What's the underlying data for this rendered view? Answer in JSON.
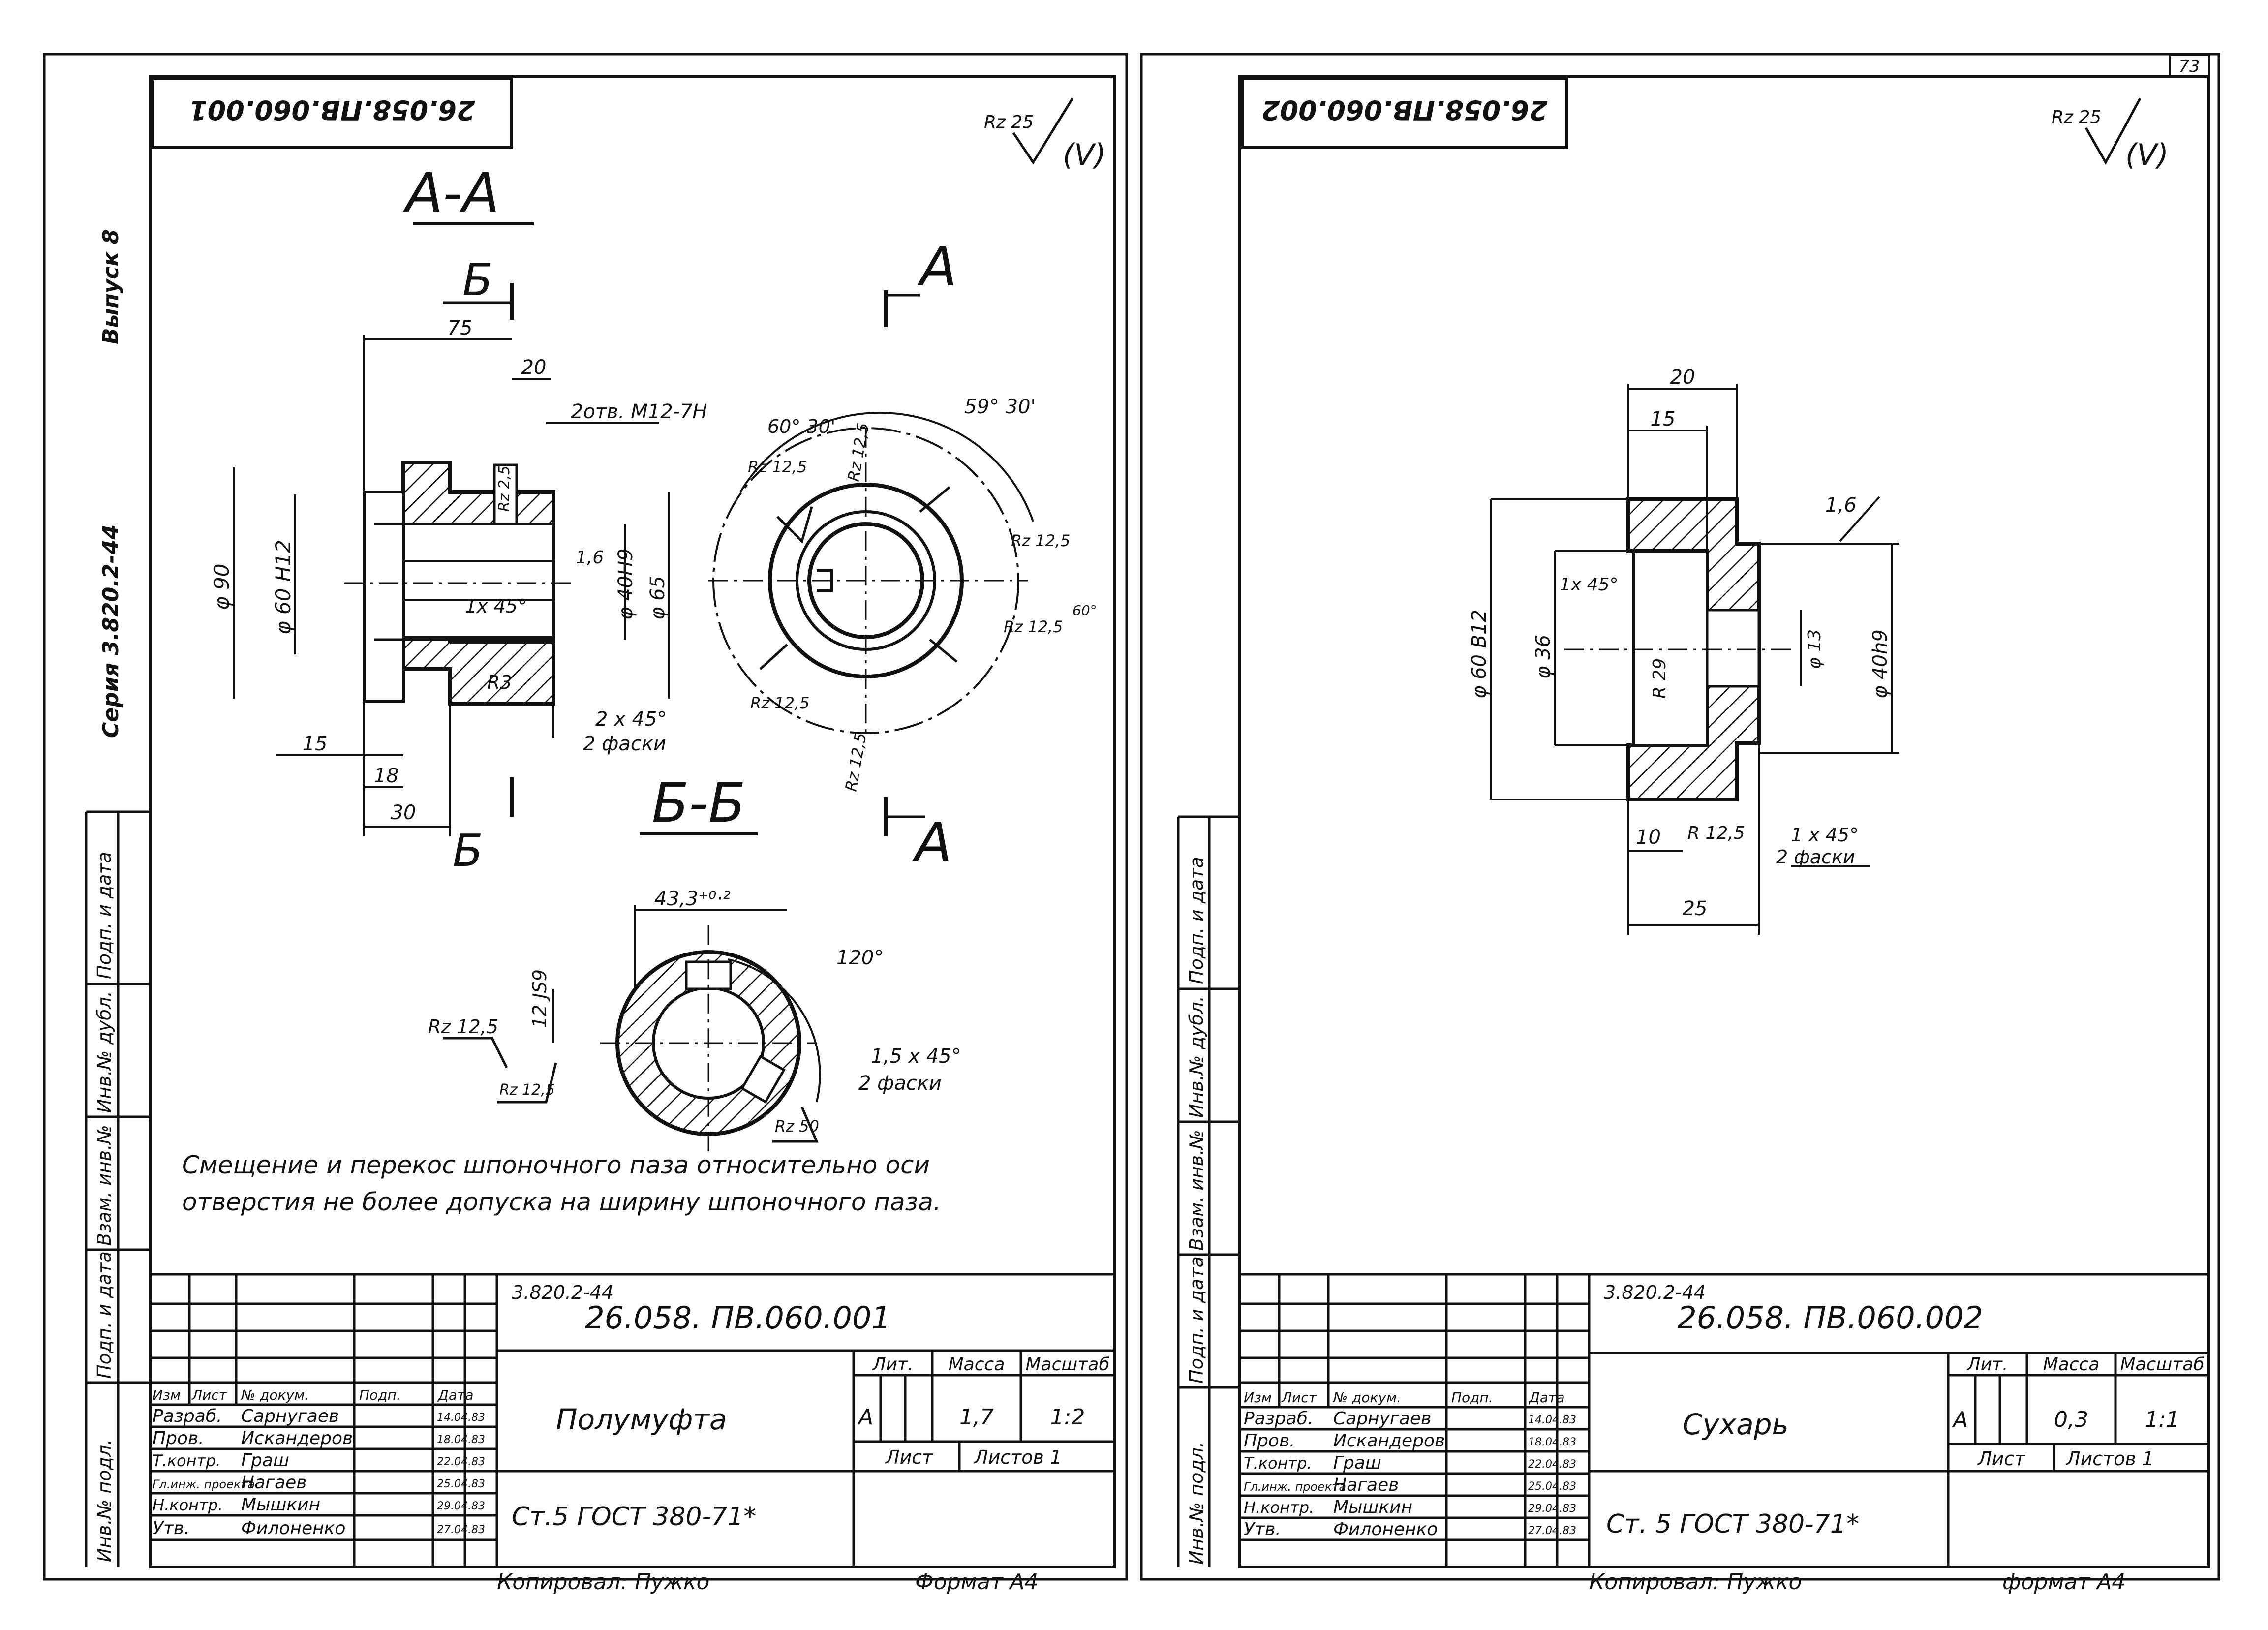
{
  "page_number": "73",
  "left_margin": {
    "issue": "Выпуск 8",
    "series": "Серия 3.820.2-44",
    "field_signature_date": "Подп. и дата",
    "field_dupl_inv": "Инв.№ дубл.",
    "field_vzam_inv": "Взам. инв.№",
    "field_signature_date_2": "Подп. и дата",
    "field_original_inv": "Инв.№ подл."
  },
  "right_margin": {
    "field_signature_date": "Подп. и дата",
    "field_dupl_inv": "Инв.№ дубл.",
    "field_vzam_inv": "Взам. инв.№",
    "field_signature_date_2": "Подп. и дата",
    "field_original_inv": "Инв.№ подл."
  },
  "sheet1": {
    "doc_code_mirrored": "26.058.ПВ.060.001",
    "roughness": "Rz 25",
    "roughness_suffix": "(V)",
    "section_aa": "А-А",
    "section_bb": "Б-Б",
    "cut_a": "А",
    "cut_b": "Б",
    "dims": {
      "d75": "75",
      "d20": "20",
      "holes": "2отв. М12-7Н",
      "d90": "φ 90",
      "d60": "φ 60 H12",
      "d40": "φ 40Н9",
      "d65": "φ 65",
      "ch1": "1х 45°",
      "r3": "R3",
      "rz25a": "Rz 2,5",
      "ch2": "2 х 45°",
      "ch2b": "2 фаски",
      "d15": "15",
      "d18": "18",
      "d30": "30",
      "d16": "1,6",
      "a1": "60° 30'",
      "a2": "59° 30'",
      "rz125a": "Rz 12,5",
      "rz125b": "Rz 12,5",
      "rz125c": "Rz 12,5",
      "rz125d": "Rz 12,5",
      "rz125e": "Rz 12,5",
      "rz125f": "Rz 12,5",
      "deg60": "60°",
      "key1": "43,3⁺⁰·²",
      "key2": "12 JS9",
      "a120": "120°",
      "ch3": "1,5 х 45°",
      "ch3b": "2 фаски",
      "rz125g": "Rz 12,5",
      "rz125h": "Rz 12,5",
      "rz50": "Rz 50"
    },
    "note_line1": "Смещение и перекос шпоночного паза относительно оси",
    "note_line2": "отверстия не более допуска на ширину шпоночного паза.",
    "series_small": "3.820.2-44",
    "doc_code": "26.058. ПВ.060.001",
    "title": "Полумуфта",
    "material": "Ст.5 ГОСТ 380-71*",
    "lit_header": "Лит.",
    "mass_header": "Масса",
    "scale_header": "Масштаб",
    "lit": "А",
    "mass": "1,7",
    "scale": "1:2",
    "sheet_header": "Лист",
    "sheets_header": "Листов 1",
    "col_headers": [
      "Изм",
      "Лист",
      "№ докум.",
      "Подп.",
      "Дата"
    ],
    "rows": [
      {
        "role": "Разраб.",
        "name": "Сарнугаев",
        "date": "14.04.83"
      },
      {
        "role": "Пров.",
        "name": "Искандеров",
        "date": "18.04.83"
      },
      {
        "role": "Т.контр.",
        "name": "Граш",
        "date": "22.04.83"
      },
      {
        "role": "Гл.инж. проекта",
        "name": "Нагаев",
        "date": "25.04.83"
      },
      {
        "role": "Н.контр.",
        "name": "Мышкин",
        "date": "29.04.83"
      },
      {
        "role": "Утв.",
        "name": "Филоненко",
        "date": "27.04.83"
      }
    ],
    "copied": "Копировал: Пужко",
    "format": "Формат А4"
  },
  "sheet2": {
    "doc_code_mirrored": "26.058.ПВ.060.002",
    "roughness": "Rz 25",
    "roughness_suffix": "(V)",
    "dims": {
      "d20": "20",
      "d15": "15",
      "d16": "1,6",
      "d60": "φ 60 В12",
      "d36": "φ 36",
      "ch1": "1х 45°",
      "d13": "φ 13",
      "d40": "φ 40h9",
      "r29": "R 29",
      "d10": "10",
      "rz": "R 12,5",
      "ch2": "1 х 45°",
      "ch2b": "2 фаски",
      "d25": "25"
    },
    "series_small": "3.820.2-44",
    "doc_code": "26.058. ПВ.060.002",
    "title": "Сухарь",
    "material": "Ст. 5 ГОСТ 380-71*",
    "lit_header": "Лит.",
    "mass_header": "Масса",
    "scale_header": "Масштаб",
    "lit": "А",
    "mass": "0,3",
    "scale": "1:1",
    "sheet_header": "Лист",
    "sheets_header": "Листов 1",
    "col_headers": [
      "Изм",
      "Лист",
      "№ докум.",
      "Подп.",
      "Дата"
    ],
    "rows": [
      {
        "role": "Разраб.",
        "name": "Сарнугаев",
        "date": "14.04.83"
      },
      {
        "role": "Пров.",
        "name": "Искандеров",
        "date": "18.04.83"
      },
      {
        "role": "Т.контр.",
        "name": "Граш",
        "date": "22.04.83"
      },
      {
        "role": "Гл.инж. проекта",
        "name": "Нагаев",
        "date": "25.04.83"
      },
      {
        "role": "Н.контр.",
        "name": "Мышкин",
        "date": "29.04.83"
      },
      {
        "role": "Утв.",
        "name": "Филоненко",
        "date": "27.04.83"
      }
    ],
    "copied": "Копировал: Пужко",
    "format": "формат А4"
  }
}
